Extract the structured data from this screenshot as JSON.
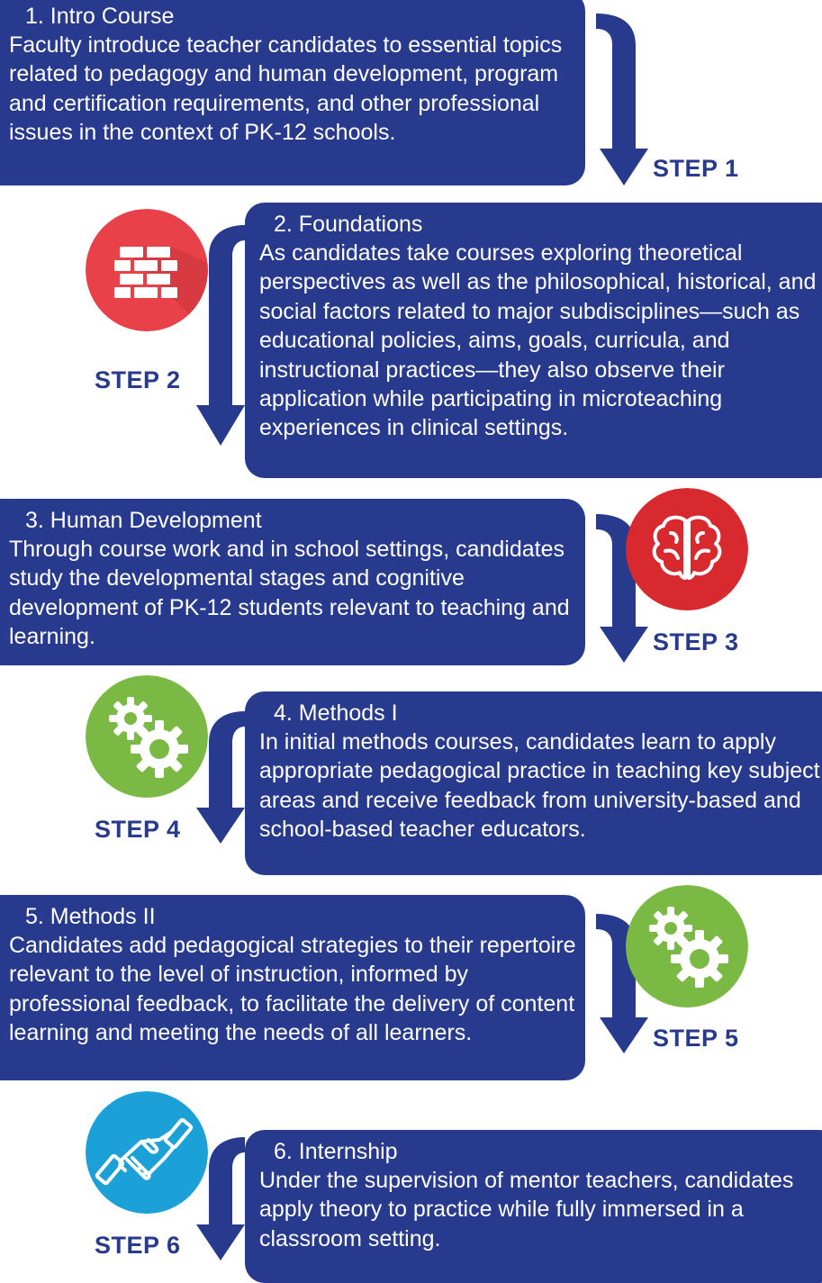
{
  "steps": [
    {
      "step_label": "STEP 1",
      "title": "1. Intro Course",
      "body": "Faculty introduce teacher candidates to essential topics related to pedagogy and human development, program and certification requirements, and other professional issues in the context of PK-12 schools."
    },
    {
      "step_label": "STEP 2",
      "title": "2. Foundations",
      "body": "As candidates take courses exploring theoretical perspectives as well as the philosophical, historical, and social factors related to major subdisciplines—such as educational policies, aims, goals, curricula, and instructional practices—they also observe their application while participating in microteaching experiences in clinical settings.",
      "icon": "brick-wall-icon",
      "icon_color": "#e8414a"
    },
    {
      "step_label": "STEP 3",
      "title": "3. Human Development",
      "body": "Through course work and in school settings, candidates study the developmental stages and cognitive development of PK-12 students relevant to teaching and learning.",
      "icon": "brain-icon",
      "icon_color": "#d8292f"
    },
    {
      "step_label": "STEP 4",
      "title": "4. Methods I",
      "body": "In initial methods courses, candidates learn to apply appropriate pedagogical practice in teaching key subject areas and receive feedback from university-based and school-based teacher educators.",
      "icon": "gears-icon",
      "icon_color": "#7ab943"
    },
    {
      "step_label": "STEP 5",
      "title": "5. Methods II",
      "body": "Candidates add pedagogical strategies to their repertoire relevant to the level of instruction, informed by professional feedback, to facilitate the delivery of content learning and meeting the needs of all learners.",
      "icon": "gears-icon",
      "icon_color": "#7ab943"
    },
    {
      "step_label": "STEP 6",
      "title": "6. Internship",
      "body": "Under the supervision of mentor teachers, candidates apply theory to practice while fully immersed in a classroom setting.",
      "icon": "handshake-icon",
      "icon_color": "#1ba1d8"
    }
  ],
  "colors": {
    "box": "#283a8e",
    "text_on_box": "#ffffff",
    "step_label": "#283a8e"
  }
}
